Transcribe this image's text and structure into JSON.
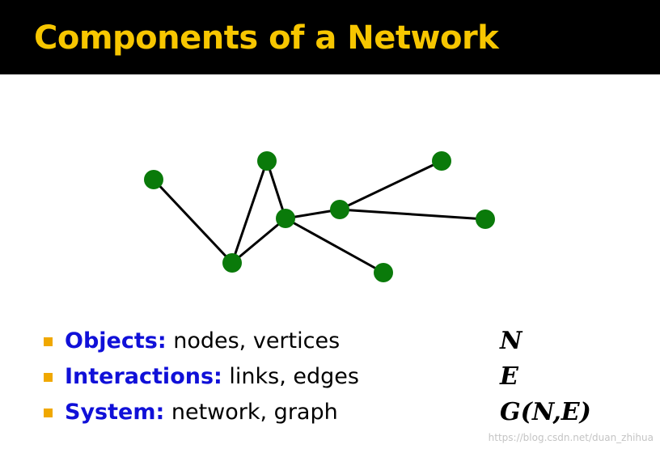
{
  "slide": {
    "title": "Components of a Network",
    "colors": {
      "title_bar": "#000000",
      "title_text": "#f7c600",
      "node_fill": "#0a7a0a",
      "edge": "#000000",
      "bullet_marker": "#f0a800",
      "term": "#1010d8"
    }
  },
  "network": {
    "nodes": [
      "n1",
      "n2",
      "n3",
      "n4",
      "n5",
      "n6",
      "n7",
      "n8"
    ],
    "edges": [
      [
        "n1",
        "n3"
      ],
      [
        "n3",
        "n2"
      ],
      [
        "n2",
        "n4"
      ],
      [
        "n3",
        "n4"
      ],
      [
        "n4",
        "n5"
      ],
      [
        "n4",
        "n8"
      ],
      [
        "n5",
        "n6"
      ],
      [
        "n5",
        "n7"
      ]
    ]
  },
  "bullets": [
    {
      "term": "Objects:",
      "text": " nodes, vertices",
      "symbol": "N"
    },
    {
      "term": "Interactions:",
      "text": " links, edges",
      "symbol": "E"
    },
    {
      "term": "System:",
      "text": " network, graph",
      "symbol": "G(N,E)"
    }
  ],
  "watermark": "https://blog.csdn.net/duan_zhihua"
}
